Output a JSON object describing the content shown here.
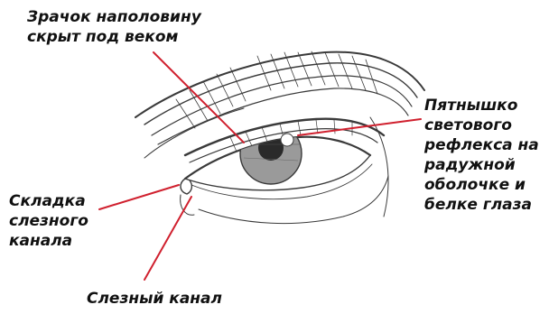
{
  "labels": {
    "pupil_half_hidden": "Зрачок наполовину\nскрыт под веком",
    "light_reflex": "Пятнышко\nсветового\nрефлекса на\nрадужной\nоболочке и\nбелке глаза",
    "tear_duct_fold": "Складка\nслезного\nканала",
    "tear_duct": "Слезный канал"
  },
  "colors": {
    "leader_line": "#d0202e",
    "text": "#111111",
    "sketch": "#3a3a3a"
  }
}
